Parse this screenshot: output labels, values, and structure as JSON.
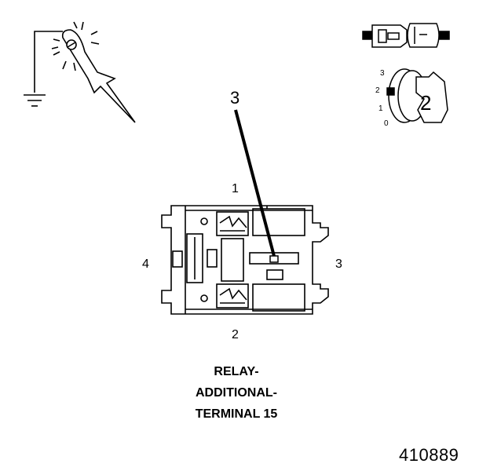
{
  "diagram": {
    "callout_number": "3",
    "pins": {
      "top": "1",
      "bottom": "2",
      "left": "4",
      "right": "3"
    },
    "caption": {
      "line1": "RELAY-",
      "line2": "ADDITIONAL-",
      "line3": "TERMINAL 15"
    },
    "figure_number": "410889",
    "ignition": {
      "positions": [
        "3",
        "2",
        "1",
        "0"
      ],
      "selected_position": "2",
      "key_label": "2"
    }
  }
}
